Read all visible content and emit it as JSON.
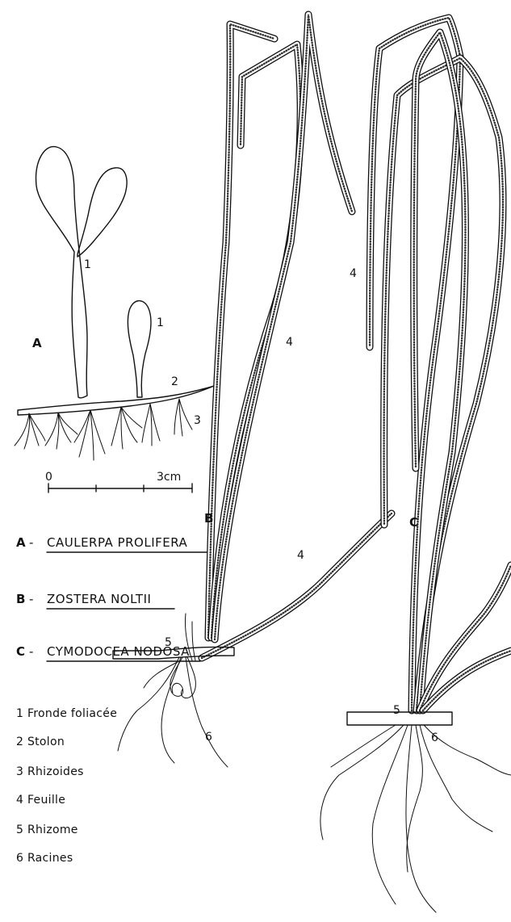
{
  "figure": {
    "panel_labels": {
      "A": "A",
      "B": "B",
      "C": "C"
    },
    "part_numbers": {
      "a_frond_1": "1",
      "a_frond_2": "1",
      "a_stolon": "2",
      "a_rhizoids": "3",
      "b_leaf": "4",
      "b_leaf_low": "4",
      "b_rhizome": "5",
      "b_roots": "6",
      "c_leaf": "4",
      "c_rhizome": "5",
      "c_roots": "6"
    },
    "scale": {
      "start": "0",
      "end": "3cm"
    },
    "species": [
      {
        "letter": "A",
        "name": "CAULERPA PROLIFERA"
      },
      {
        "letter": "B",
        "name": "ZOSTERA NOLTII"
      },
      {
        "letter": "C",
        "name": "CYMODOCEA NODOSA"
      }
    ],
    "legend": [
      "1 Fronde foliacée",
      "2 Stolon",
      "3 Rhizoides",
      "4 Feuille",
      "5 Rhizome",
      "6 Racines"
    ]
  }
}
